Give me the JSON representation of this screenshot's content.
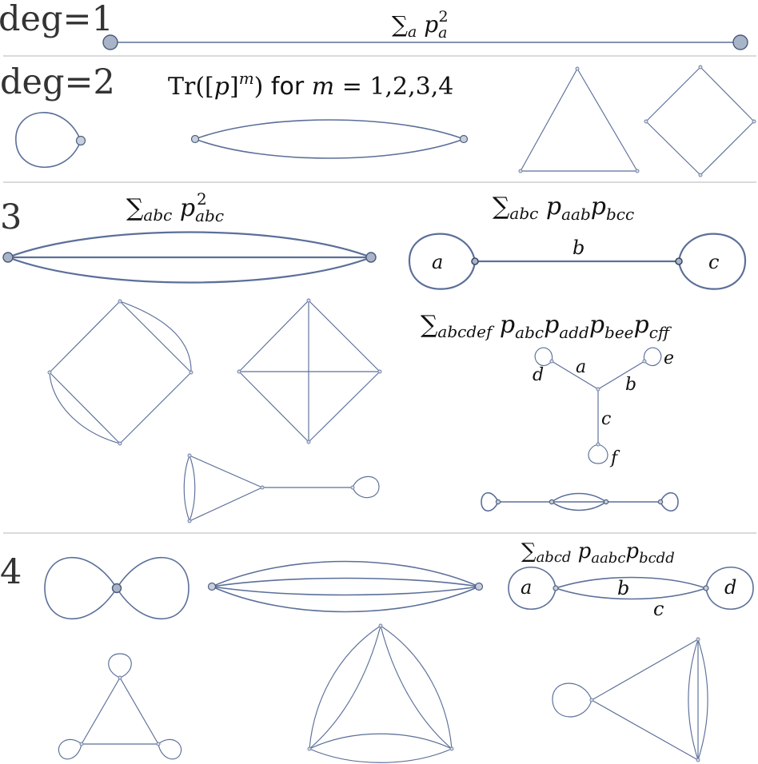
{
  "sections": {
    "deg1": {
      "label": "deg=1",
      "formula": "∑a p_a^2"
    },
    "deg2": {
      "label": "deg=2",
      "formula": "Tr([p]^m) for m = 1,2,3,4"
    },
    "deg3": {
      "label": "3",
      "formula_a": "∑abc p_abc^2",
      "formula_b": "∑abc p_aab p_bcc",
      "formula_c": "∑abcdef p_abc p_add p_bee p_cff",
      "edge_labels_b": [
        "a",
        "b",
        "c"
      ],
      "edge_labels_c": [
        "a",
        "b",
        "c",
        "d",
        "e",
        "f"
      ]
    },
    "deg4": {
      "label": "4",
      "formula": "∑abcd p_aabc p_bcdd",
      "edge_labels": [
        "a",
        "b",
        "c",
        "d"
      ]
    }
  },
  "style": {
    "edge_color": "#5b6f99",
    "vertex_fill": "#a9b4c8",
    "divider_color": "#c4c4c4"
  }
}
